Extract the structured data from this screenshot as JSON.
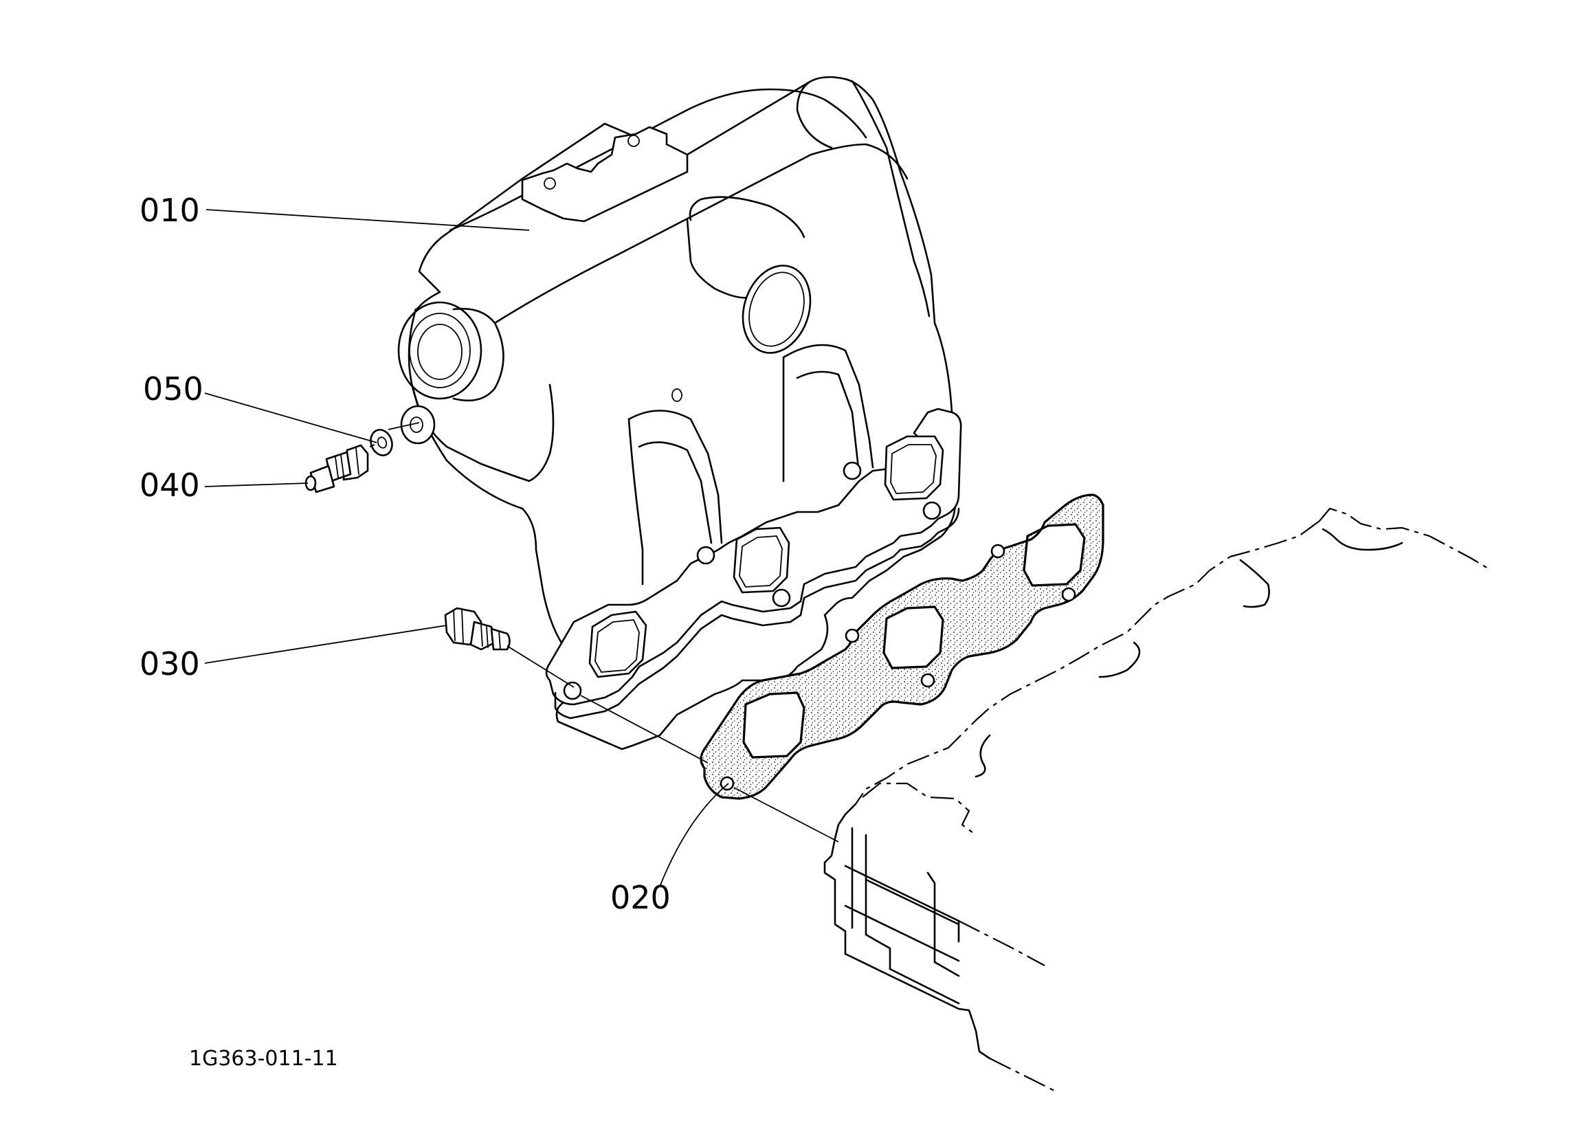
{
  "diagram": {
    "drawing_code": "1G363-011-11",
    "callouts": [
      {
        "id": "010",
        "label": "010",
        "part": "manifold-body"
      },
      {
        "id": "050",
        "label": "050",
        "part": "washer"
      },
      {
        "id": "040",
        "label": "040",
        "part": "fitting"
      },
      {
        "id": "030",
        "label": "030",
        "part": "stud-bolt"
      },
      {
        "id": "020",
        "label": "020",
        "part": "gasket"
      }
    ]
  },
  "colors": {
    "ink": "#000000",
    "paper": "#ffffff"
  }
}
